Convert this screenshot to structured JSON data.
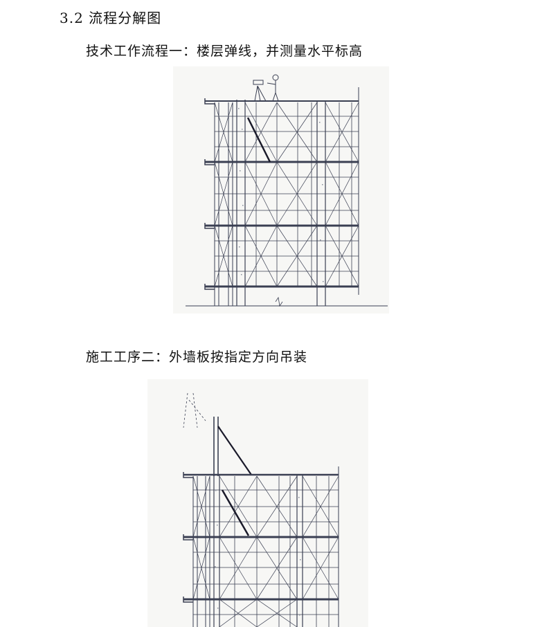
{
  "document": {
    "section_heading": "3.2 流程分解图",
    "steps": [
      {
        "title": "技术工作流程一：楼层弹线，并测量水平标高"
      },
      {
        "title": "施工工序二：外墙板按指定方向吊装"
      }
    ]
  }
}
